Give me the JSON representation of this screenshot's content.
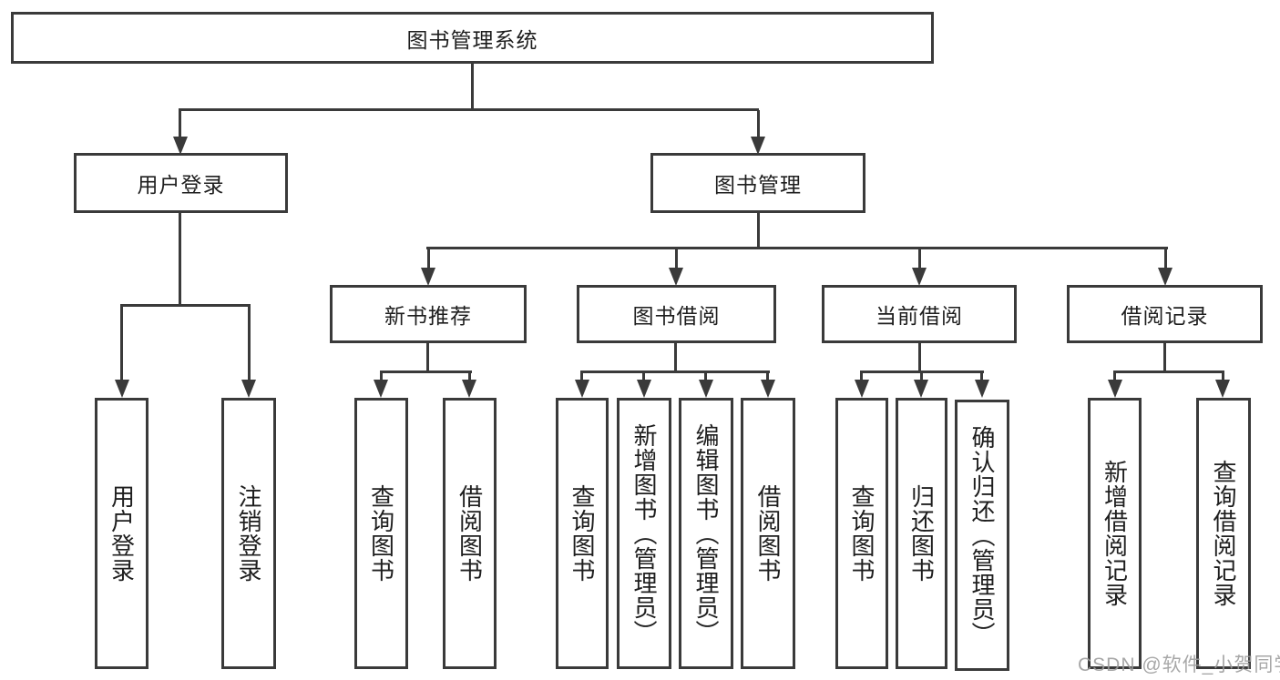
{
  "diagram": {
    "title": "图书管理系统",
    "level2": {
      "user_login": "用户登录",
      "book_management": "图书管理"
    },
    "level3": {
      "new_book_recommend": "新书推荐",
      "book_borrow": "图书借阅",
      "current_borrow": "当前借阅",
      "borrow_records": "借阅记录"
    },
    "leaves": {
      "user_login": [
        "用户登录",
        "注销登录"
      ],
      "new_book_recommend": [
        "查询图书",
        "借阅图书"
      ],
      "book_borrow": [
        "查询图书",
        "新增图书（管理员）",
        "编辑图书（管理员）",
        "借阅图书"
      ],
      "current_borrow": [
        "查询图书",
        "归还图书",
        "确认归还（管理员）"
      ],
      "borrow_records": [
        "新增借阅记录",
        "查询借阅记录"
      ]
    }
  },
  "watermark": "CSDN @软件_小贺同学",
  "colors": {
    "line": "#3a3a3a",
    "text": "#1e1e1e",
    "watermark": "#9c9c9c",
    "background": "#ffffff"
  }
}
